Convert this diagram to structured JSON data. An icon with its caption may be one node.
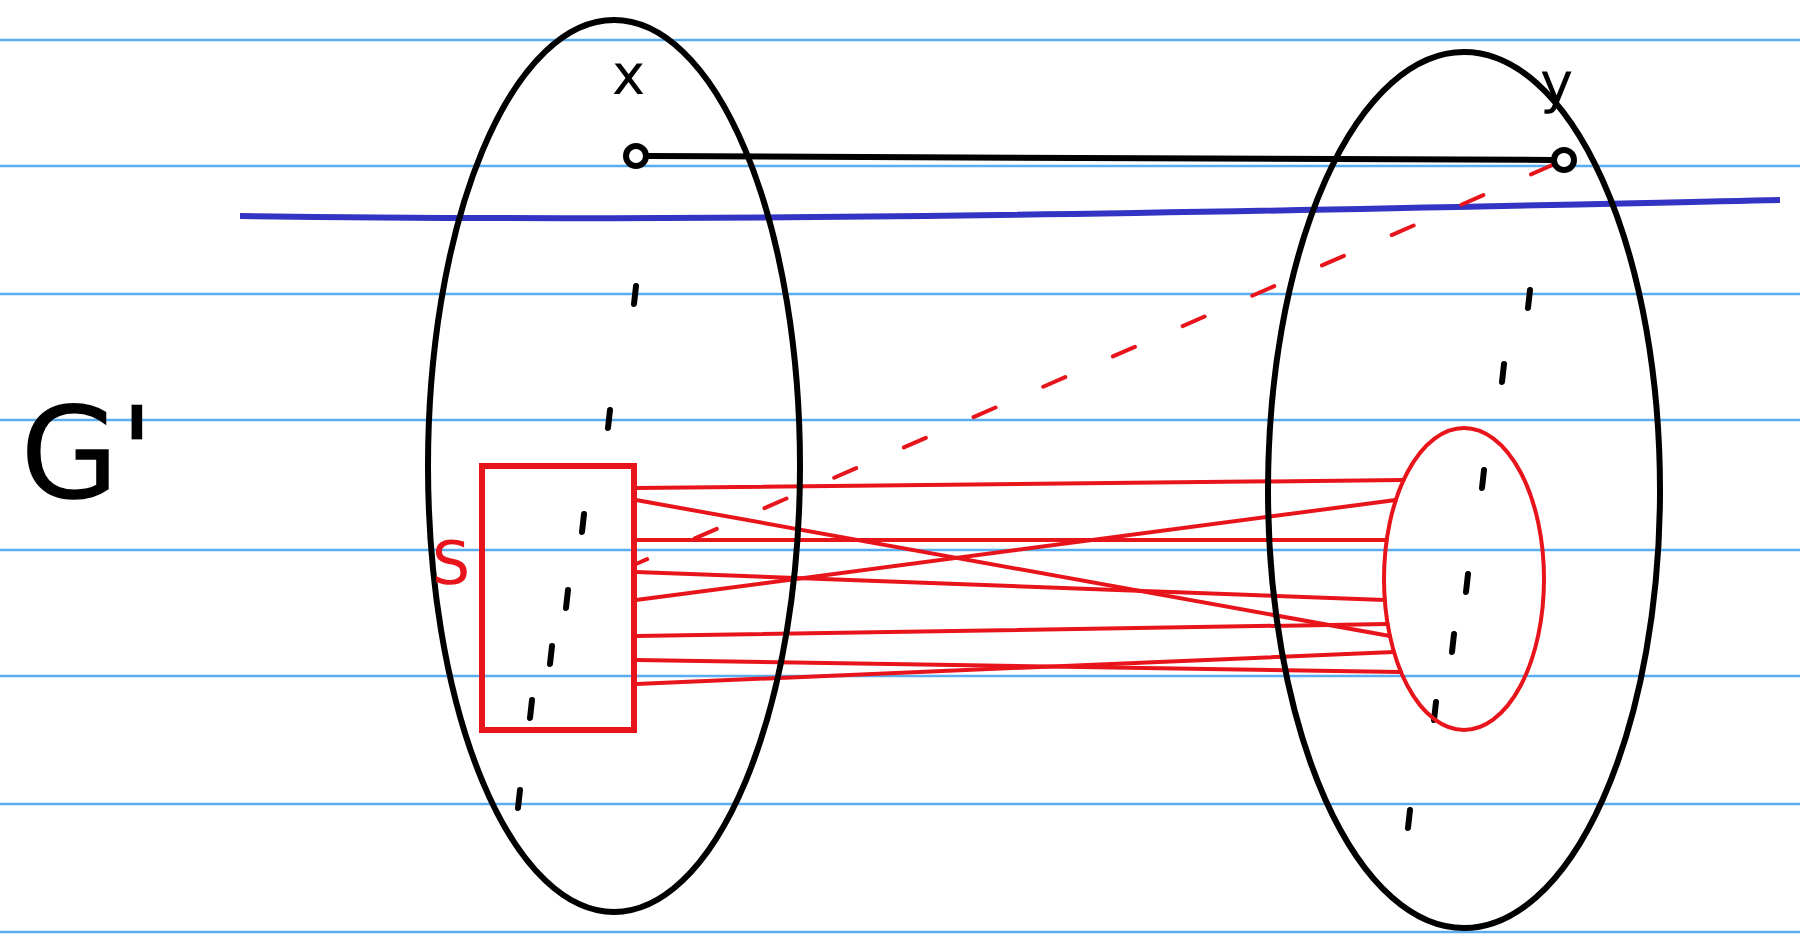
{
  "diagram": {
    "nodes": [
      {
        "text": [],
        "shape": "ellipse"
      },
      {
        "text": [
          "x"
        ],
        "in": 0
      },
      {
        "text": [
          "S"
        ],
        "in": 0
      },
      {
        "text": [],
        "shape": "ellipse"
      },
      {
        "text": [
          "y"
        ],
        "in": 3
      },
      {
        "text": [],
        "shape": "ellipse",
        "in": 3
      }
    ],
    "edges": [
      {
        "from": 1,
        "to": 4,
        "arrow": "none",
        "color": "#000000"
      },
      {
        "from": 4,
        "to": 2,
        "arrow": "none",
        "style": "dashed"
      },
      {
        "from": 2,
        "to": 5,
        "arrow": "none"
      },
      {
        "from": 2,
        "to": 5,
        "arrow": "none"
      },
      {
        "from": 2,
        "to": 5,
        "arrow": "none"
      },
      {
        "from": 2,
        "to": 5,
        "arrow": "none"
      },
      {
        "from": 2,
        "to": 5,
        "arrow": "none"
      },
      {
        "from": 2,
        "to": 5,
        "arrow": "none"
      },
      {
        "from": 2,
        "to": 5,
        "arrow": "none"
      },
      {
        "from": 2,
        "to": 5,
        "arrow": "none"
      }
    ],
    "labels": [
      "G'"
    ]
  }
}
